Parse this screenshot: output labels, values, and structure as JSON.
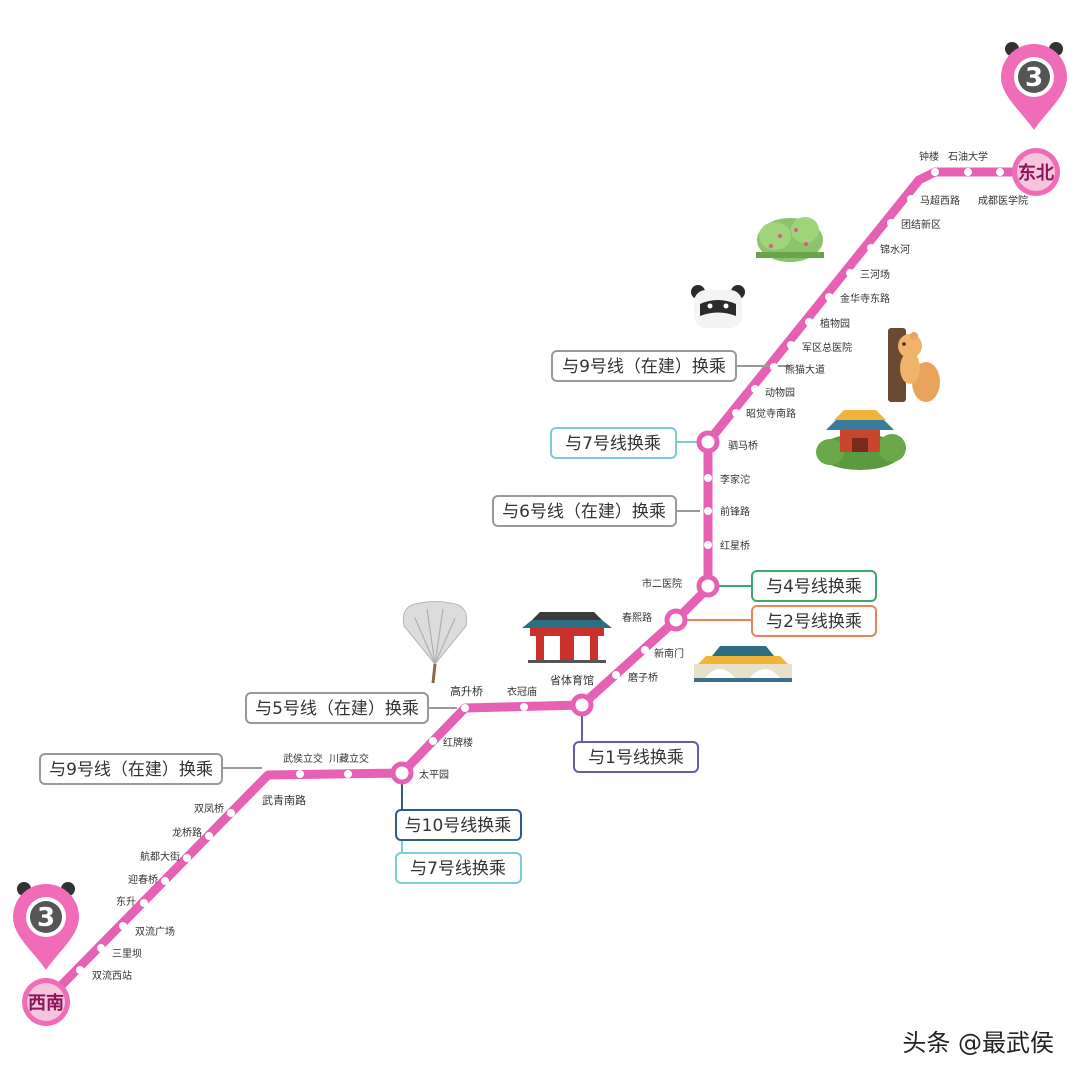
{
  "line": {
    "number": "3",
    "color": "#e660b4",
    "terminal_ne": "东北",
    "terminal_sw": "西南"
  },
  "stations": {
    "zhonglou": "钟楼",
    "shiyoudaxue": "石油大学",
    "chengduyixueyuan": "成都医学院",
    "machaoxilu": "马超西路",
    "tuanjiexinqu": "团结新区",
    "jinshuihe": "锦水河",
    "sanhechang": "三河场",
    "jinhuasi": "金华寺东路",
    "zhiwuyuan": "植物园",
    "junqu": "军区总医院",
    "xiongmao": "熊猫大道",
    "dongwuyuan": "动物园",
    "zhaojuesi": "昭觉寺南路",
    "shumaqiao": "驷马桥",
    "lijiatuo": "李家沱",
    "qianfenglu": "前锋路",
    "hongxingqiao": "红星桥",
    "shieryiyuan": "市二医院",
    "chunxilu": "春熙路",
    "xinnanmen": "新南门",
    "moziqiao": "磨子桥",
    "shengtiyuguan": "省体育馆",
    "yiguanmiao": "衣冠庙",
    "gaoshengqiao": "高升桥",
    "hongpailou": "红牌楼",
    "taipingyuan": "太平园",
    "chuancang": "川藏立交",
    "wuhou": "武侯立交",
    "wuqingnanlu": "武青南路",
    "shuangfengqiao": "双凤桥",
    "longqiaolu": "龙桥路",
    "hangdudajie": "航都大街",
    "yingchunqiao": "迎春桥",
    "dongsheng": "东升",
    "shuangliuguangchang": "双流广场",
    "sanliba": "三里坝",
    "shuangliuxizhan": "双流西站"
  },
  "transfers": {
    "line9_ne": "与9号线（在建）换乘",
    "line7_ne": "与7号线换乘",
    "line6": "与6号线（在建）换乘",
    "line4": "与4号线换乘",
    "line2": "与2号线换乘",
    "line1": "与1号线换乘",
    "line5": "与5号线（在建）换乘",
    "line9_sw": "与9号线（在建）换乘",
    "line10": "与10号线换乘",
    "line7_sw": "与7号线换乘"
  },
  "transfer_colors": {
    "line9": "#999999",
    "line7": "#7ecbd8",
    "line6": "#999999",
    "line4": "#3aaa6c",
    "line2": "#e8835a",
    "line1": "#6a5aa8",
    "line5": "#999999",
    "line10": "#2d5b8a"
  },
  "icons": {
    "pin_ne": "line-3-pin-icon",
    "pin_sw": "line-3-pin-icon",
    "bush": "bush-icon",
    "panda": "panda-icon",
    "squirrel": "squirrel-icon",
    "temple": "temple-icon",
    "arch_gate": "arch-gate-icon",
    "fan_flower": "ginkgo-fan-icon",
    "bridge": "covered-bridge-icon"
  },
  "watermark": "头条 @最武侯"
}
